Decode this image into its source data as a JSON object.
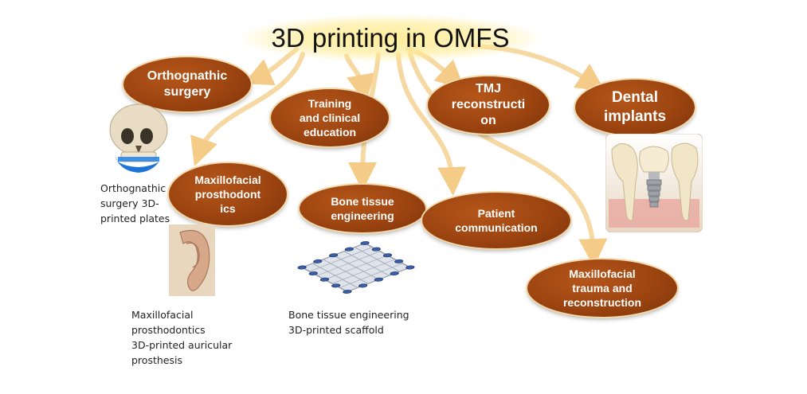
{
  "title": "3D printing in OMFS",
  "nodes": {
    "orthognathic": "Orthognathic\nsurgery",
    "training": "Training\nand clinical\neducation",
    "tmj": "TMJ\nreconstructi\non",
    "dental": "Dental\nimplants",
    "prosthodontics": "Maxillofacial\nprosthodont\nics",
    "bone": "Bone tissue\nengineering",
    "patient": "Patient\ncommunication",
    "trauma": "Maxillofacial\ntrauma and\nreconstruction"
  },
  "captions": {
    "orthognathic": "Orthognathic\nsurgery 3D-\nprinted plates",
    "prosthodontics": "Maxillofacial\nprosthodontics\n3D-printed auricular\nprosthesis",
    "bone": "Bone tissue engineering\n3D-printed scaffold"
  },
  "colors": {
    "node_fill": "#9c4410",
    "arrow": "#f6d49a",
    "title_glow": "#ffec96"
  },
  "images": {
    "skull": "skull-with-blue-plate",
    "ear": "auricular-prosthesis-ear",
    "scaffold": "3d-printed-scaffold-mesh",
    "implant": "dental-implant-teeth"
  }
}
